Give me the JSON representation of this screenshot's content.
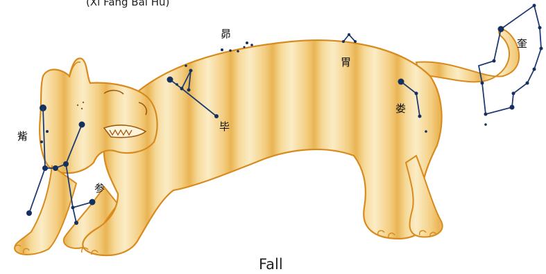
{
  "subtitle": "(Xī Fāng Bái Hǔ)",
  "season": "Fall",
  "colors": {
    "tiger_fill": "#f2c773",
    "tiger_light": "#fbecc6",
    "tiger_outline": "#d98a1c",
    "star_line": "#1f3b73",
    "star_dot": "#15305f"
  },
  "mansions": [
    {
      "id": "kui",
      "label": "奎"
    },
    {
      "id": "lou",
      "label": "娄"
    },
    {
      "id": "wei",
      "label": "胃"
    },
    {
      "id": "mao",
      "label": "昴"
    },
    {
      "id": "bi",
      "label": "毕"
    },
    {
      "id": "zi",
      "label": "觜"
    },
    {
      "id": "shen",
      "label": "参"
    }
  ]
}
